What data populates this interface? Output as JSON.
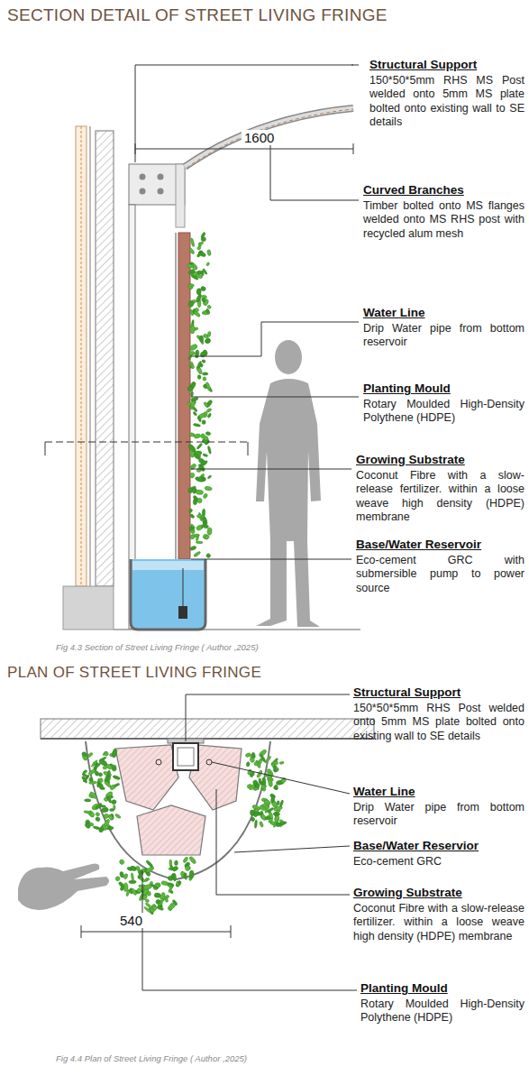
{
  "diagram": {
    "title": "SECTION DETAIL OF STREET LIVING FRINGE",
    "caption": "Fig 4.3 Section of Street Living Fringe ( Author ,2025)",
    "labels": [
      "1600",
      "Structural Support",
      "150*50*5mm RHS MS Post welded onto 5mm MS plate bolted onto existing wall to SE details",
      "Curved Branches",
      "Timber bolted onto MS flanges welded onto MS RHS post with recycled alum mesh",
      "Water Line",
      "Drip Water pipe from bottom reservoir",
      "Planting Mould",
      "Rotary Moulded High-Density Polythene (HDPE)",
      "Growing Substrate",
      "Coconut Fibre with a slow-release fertilizer. within a loose weave high density (HDPE) membrane",
      "Base/Water Reservoir",
      "Eco-cement GRC with submersible pump to power source",
      "PLAN OF STREET LIVING FRINGE",
      "Structural Support",
      "150*50*5mm RHS Post welded onto 5mm MS plate bolted onto existing wall to SE details",
      "Water Line",
      "Drip Water pipe from bottom reservoir",
      "Base/Water Reservior",
      "Eco-cement GRC",
      "Growing Substrate",
      "Coconut Fibre with a slow-release fertilizer. within a loose weave high density (HDPE) membrane",
      "Planting Mould",
      "Rotary Moulded High-Density Polythene (HDPE)",
      "540",
      "Fig 4.4 Plan of Street Living Fringe ( Author ,2025)"
    ]
  }
}
